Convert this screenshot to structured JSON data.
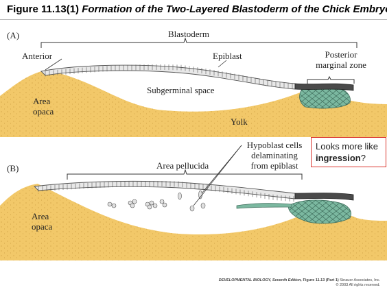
{
  "title": {
    "prefix": "Figure 11.13(1)",
    "italic": "Formation of the Two-Layered Blastoderm of the Chick Embryo"
  },
  "panel_a": {
    "tag": "(A)",
    "blastoderm": "Blastoderm",
    "anterior": "Anterior",
    "epiblast": "Epiblast",
    "posterior_line1": "Posterior",
    "posterior_line2": "marginal zone",
    "subgerminal": "Subgerminal space",
    "area_opaca_line1": "Area",
    "area_opaca_line2": "opaca",
    "yolk": "Yolk"
  },
  "panel_b": {
    "tag": "(B)",
    "area_pellucida": "Area pellucida",
    "hypoblast_line1": "Hypoblast cells",
    "hypoblast_line2": "delaminating",
    "hypoblast_line3": "from epiblast",
    "area_opaca_line1": "Area",
    "area_opaca_line2": "opaca"
  },
  "callout": {
    "line1": "Looks more like",
    "bold": "ingression",
    "tail": "?"
  },
  "credit": {
    "book": "DEVELOPMENTAL BIOLOGY, Seventh Edition,",
    "figure": "Figure 11.13 (Part 1)",
    "publisher": "Sinauer Associates, Inc.",
    "rights": "© 2003 All rights reserved."
  },
  "colors": {
    "yolk": "#f2c869",
    "yolk_dots": "#c9993a",
    "cells": "#e8e8e8",
    "cell_outline": "#555555",
    "dark_cells": "#4a4a4a",
    "green_cells": "#7bb8a0",
    "callout_border": "#d9322a"
  }
}
